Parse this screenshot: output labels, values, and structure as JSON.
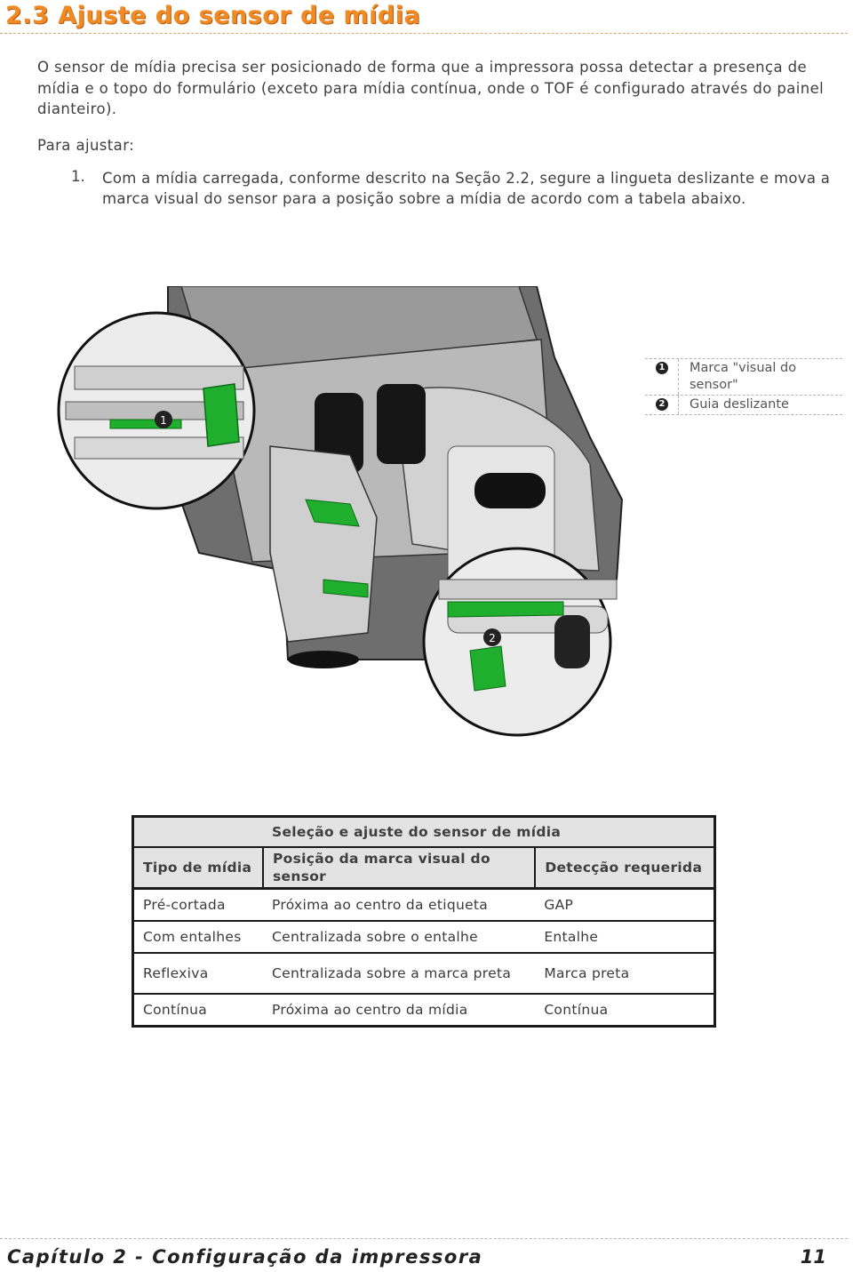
{
  "section": {
    "title": "2.3 Ajuste do sensor de mídia"
  },
  "intro": {
    "paragraph": "O sensor de mídia precisa ser posicionado de forma que a impressora possa detectar a presença de mídia e o topo do formulário (exceto para mídia contínua, onde o TOF é configurado através do painel dianteiro).",
    "lead": "Para ajustar:"
  },
  "steps": [
    {
      "number": "1.",
      "text": "Com a mídia carregada, conforme descrito na Seção 2.2, segure a lingueta deslizante e mova a marca visual do sensor para a posição sobre a mídia de acordo com a tabela abaixo."
    }
  ],
  "figure": {
    "callouts": [
      "1",
      "2"
    ],
    "accent_color": "#1fae2e"
  },
  "legend": [
    {
      "marker": "1",
      "text": "Marca \"visual do sensor\""
    },
    {
      "marker": "2",
      "text": "Guia deslizante"
    }
  ],
  "table": {
    "caption": "Seleção e ajuste do sensor de mídia",
    "headers": [
      "Tipo de mídia",
      "Posição da marca visual do sensor",
      "Detecção requerida"
    ],
    "rows": [
      [
        "Pré-cortada",
        "Próxima ao centro da etiqueta",
        "GAP"
      ],
      [
        "Com entalhes",
        "Centralizada sobre o entalhe",
        "Entalhe"
      ],
      [
        "Reflexiva",
        "Centralizada sobre a marca preta",
        "Marca preta"
      ],
      [
        "Contínua",
        "Próxima ao centro da mídia",
        "Contínua"
      ]
    ]
  },
  "footer": {
    "chapter": "Capítulo 2 - Configuração da impressora",
    "page": "11"
  }
}
